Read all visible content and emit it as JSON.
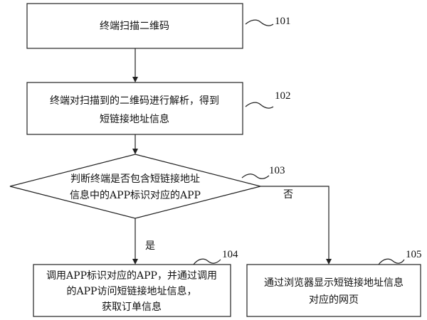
{
  "steps": [
    {
      "id": "101",
      "lines": [
        "终端扫描二维码"
      ]
    },
    {
      "id": "102",
      "lines": [
        "终端对扫描到的二维码进行解析，得到",
        "短链接地址信息"
      ]
    },
    {
      "id": "103",
      "lines": [
        "判断终端是否包含短链接地址",
        "信息中的APP标识对应的APP"
      ]
    },
    {
      "id": "104",
      "lines": [
        "调用APP标识对应的APP，并通过调用",
        "的APP访问短链接地址信息，",
        "获取订单信息"
      ]
    },
    {
      "id": "105",
      "lines": [
        "通过浏览器显示短链接地址信息",
        "对应的网页"
      ]
    }
  ],
  "branches": {
    "yes": "是",
    "no": "否"
  }
}
